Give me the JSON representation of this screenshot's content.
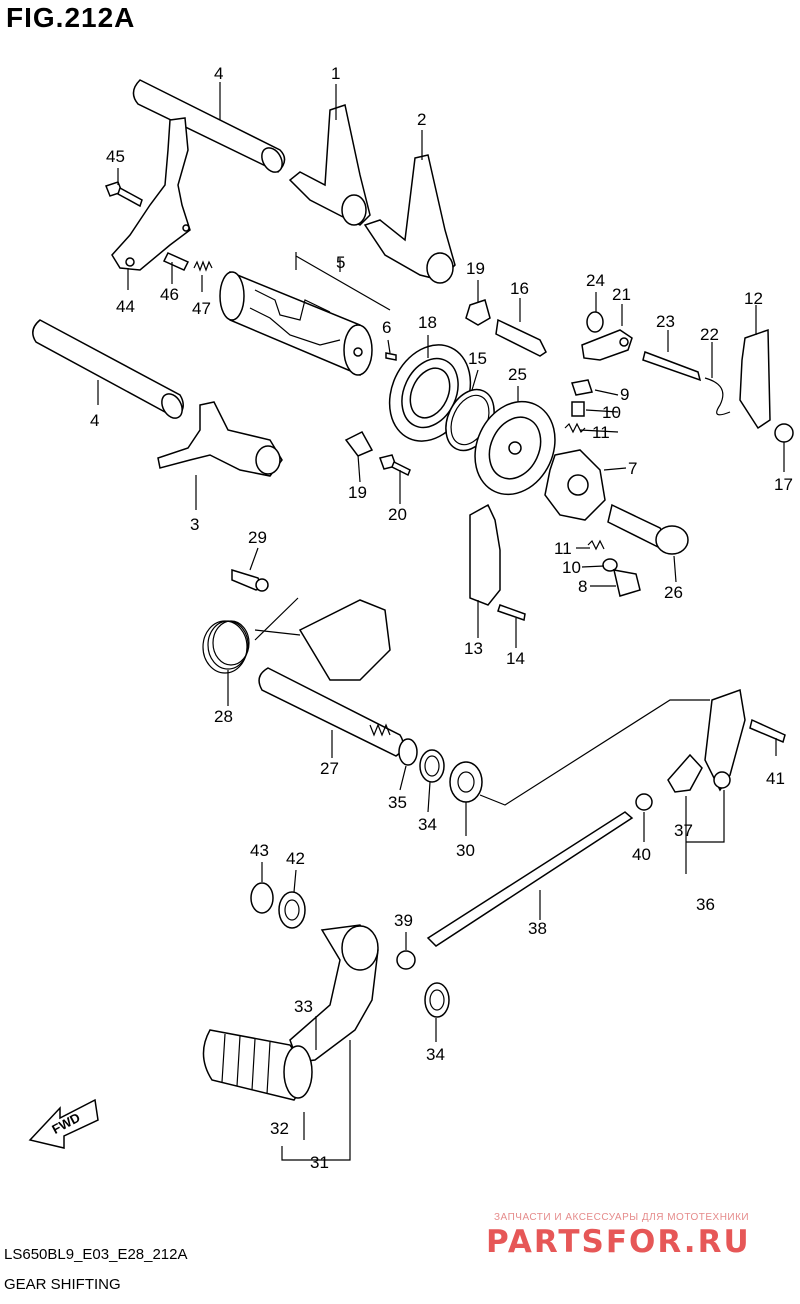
{
  "figure_title": "FIG.212A",
  "footer": {
    "code": "LS650BL9_E03_E28_212A",
    "name": "GEAR SHIFTING"
  },
  "watermark": {
    "tagline": "ЗАПЧАСТИ И АКСЕССУАРЫ ДЛЯ МОТОТЕХНИКИ",
    "logo": "PARTSFOR.RU"
  },
  "fwd_label": "FWD",
  "callouts": {
    "c1": "1",
    "c2": "2",
    "c3": "3",
    "c4a": "4",
    "c4b": "4",
    "c5": "5",
    "c6": "6",
    "c7": "7",
    "c8": "8",
    "c9": "9",
    "c10a": "10",
    "c10b": "10",
    "c11a": "11",
    "c11b": "11",
    "c12": "12",
    "c13": "13",
    "c14": "14",
    "c15": "15",
    "c16": "16",
    "c17": "17",
    "c18": "18",
    "c19a": "19",
    "c19b": "19",
    "c20": "20",
    "c21": "21",
    "c22": "22",
    "c23": "23",
    "c24": "24",
    "c25": "25",
    "c26": "26",
    "c27": "27",
    "c28": "28",
    "c29": "29",
    "c30": "30",
    "c31": "31",
    "c32": "32",
    "c33": "33",
    "c34a": "34",
    "c34b": "34",
    "c35": "35",
    "c36": "36",
    "c37": "37",
    "c38": "38",
    "c39": "39",
    "c40": "40",
    "c41": "41",
    "c42": "42",
    "c43": "43",
    "c44": "44",
    "c45": "45",
    "c46": "46",
    "c47": "47"
  },
  "colors": {
    "line": "#000000",
    "watermark": "#e23a3a",
    "background": "#ffffff"
  }
}
